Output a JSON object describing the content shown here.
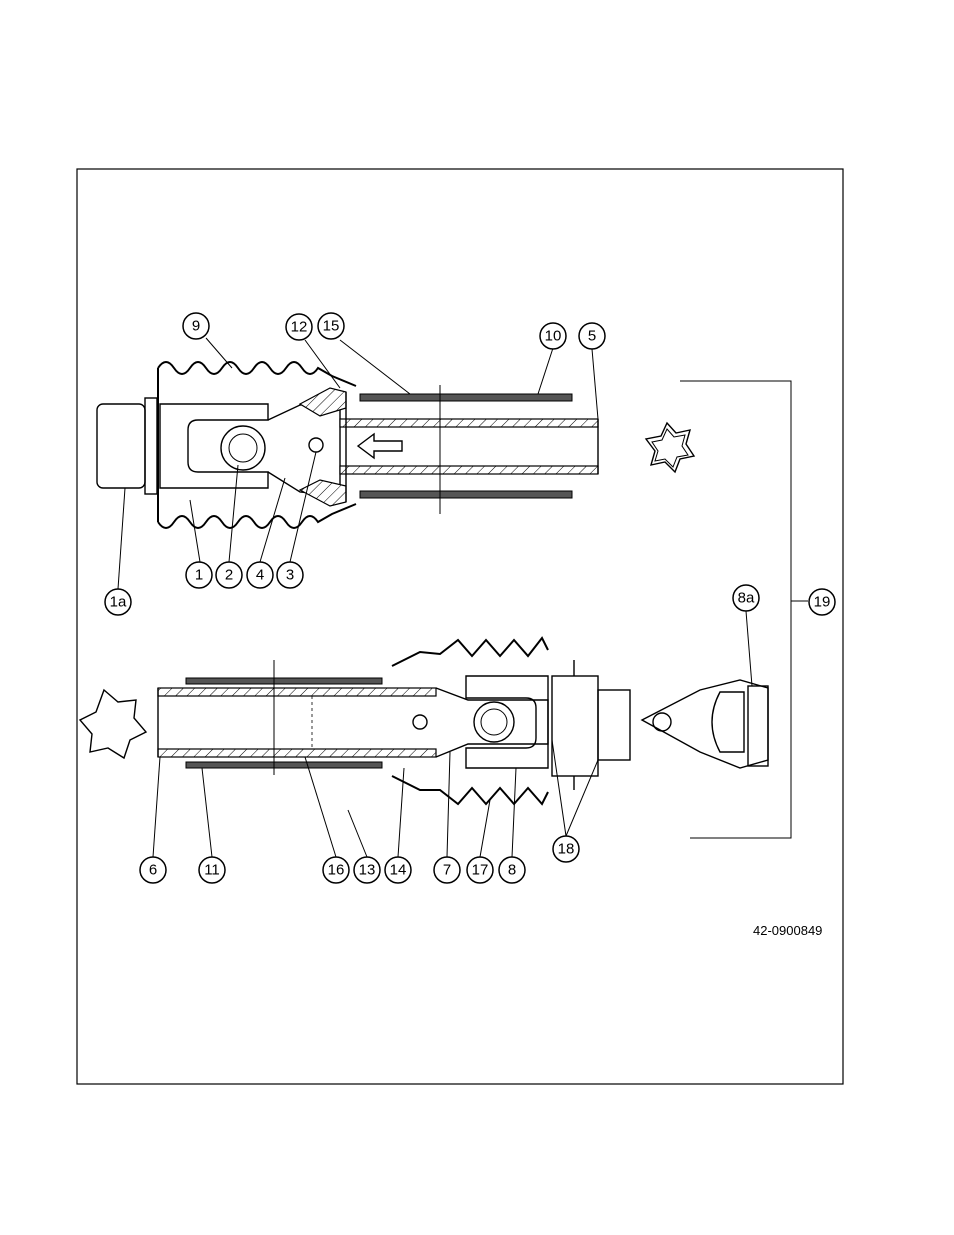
{
  "figure": {
    "drawing_number": "42-0900849",
    "callouts": [
      "9",
      "12",
      "15",
      "10",
      "5",
      "1a",
      "1",
      "2",
      "4",
      "3",
      "8a",
      "19",
      "6",
      "11",
      "16",
      "13",
      "14",
      "7",
      "17",
      "8",
      "18"
    ]
  }
}
